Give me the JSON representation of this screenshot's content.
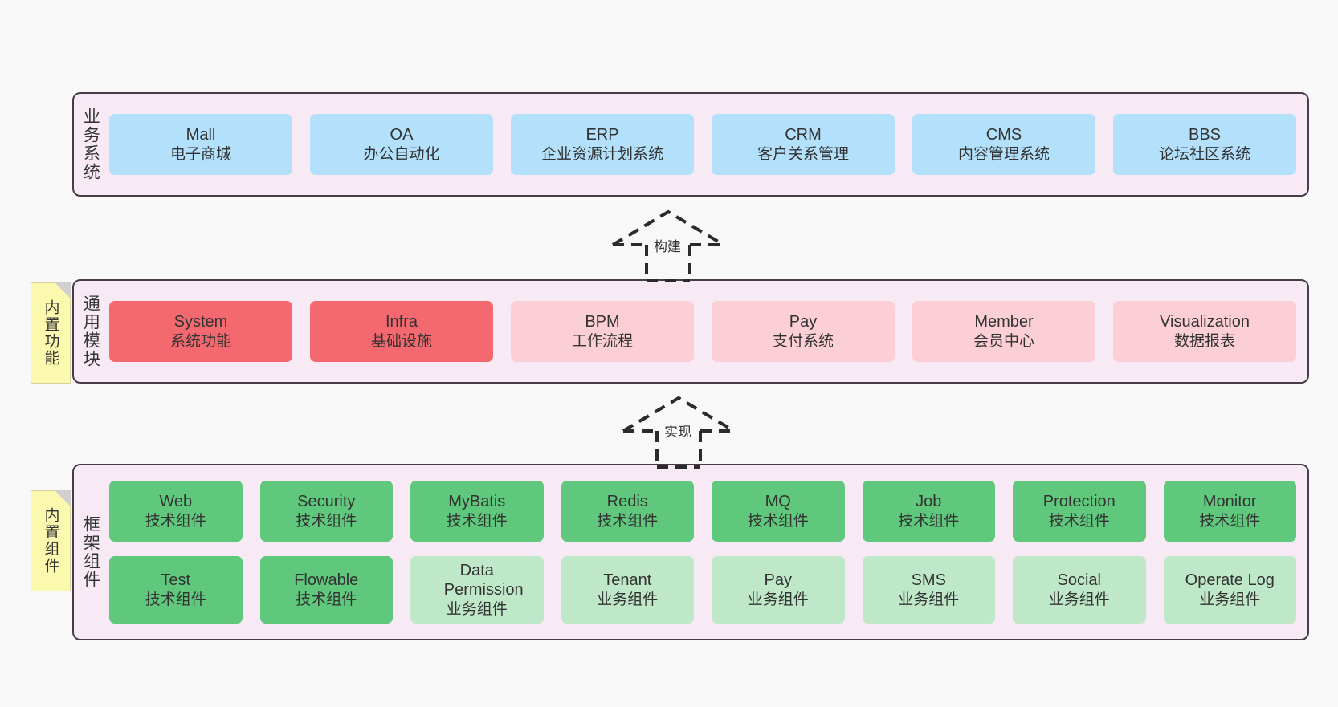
{
  "diagram": {
    "background_color": "#f8f8f8",
    "layer_fill": "#f7eaf4",
    "layer_border": "#4a3b4a",
    "note_fill": "#fbf9ae"
  },
  "layers": [
    {
      "id": "business-system",
      "title": "业务系统",
      "note": null,
      "rows": [
        {
          "cells": [
            {
              "en": "Mall",
              "cn": "电子商城",
              "color": "#b3e0fb",
              "variant": "c-blue"
            },
            {
              "en": "OA",
              "cn": "办公自动化",
              "color": "#b3e0fb",
              "variant": "c-blue"
            },
            {
              "en": "ERP",
              "cn": "企业资源计划系统",
              "color": "#b3e0fb",
              "variant": "c-blue"
            },
            {
              "en": "CRM",
              "cn": "客户关系管理",
              "color": "#b3e0fb",
              "variant": "c-blue"
            },
            {
              "en": "CMS",
              "cn": "内容管理系统",
              "color": "#b3e0fb",
              "variant": "c-blue"
            },
            {
              "en": "BBS",
              "cn": "论坛社区系统",
              "color": "#b3e0fb",
              "variant": "c-blue"
            }
          ]
        }
      ]
    },
    {
      "id": "common-module",
      "title": "通用模块",
      "note": "内置功能",
      "rows": [
        {
          "cells": [
            {
              "en": "System",
              "cn": "系统功能",
              "color": "#f4696f",
              "variant": "c-red"
            },
            {
              "en": "Infra",
              "cn": "基础设施",
              "color": "#f4696f",
              "variant": "c-red"
            },
            {
              "en": "BPM",
              "cn": "工作流程",
              "color": "#fbcfd5",
              "variant": "c-pink"
            },
            {
              "en": "Pay",
              "cn": "支付系统",
              "color": "#fbcfd5",
              "variant": "c-pink"
            },
            {
              "en": "Member",
              "cn": "会员中心",
              "color": "#fbcfd5",
              "variant": "c-pink"
            },
            {
              "en": "Visualization",
              "cn": "数据报表",
              "color": "#fbcfd5",
              "variant": "c-pink"
            }
          ]
        }
      ]
    },
    {
      "id": "framework-component",
      "title": "框架组件",
      "note": "内置组件",
      "rows": [
        {
          "cells": [
            {
              "en": "Web",
              "cn": "技术组件",
              "color": "#5fc87d",
              "variant": "c-green"
            },
            {
              "en": "Security",
              "cn": "技术组件",
              "color": "#5fc87d",
              "variant": "c-green"
            },
            {
              "en": "MyBatis",
              "cn": "技术组件",
              "color": "#5fc87d",
              "variant": "c-green"
            },
            {
              "en": "Redis",
              "cn": "技术组件",
              "color": "#5fc87d",
              "variant": "c-green"
            },
            {
              "en": "MQ",
              "cn": "技术组件",
              "color": "#5fc87d",
              "variant": "c-green"
            },
            {
              "en": "Job",
              "cn": "技术组件",
              "color": "#5fc87d",
              "variant": "c-green"
            },
            {
              "en": "Protection",
              "cn": "技术组件",
              "color": "#5fc87d",
              "variant": "c-green"
            },
            {
              "en": "Monitor",
              "cn": "技术组件",
              "color": "#5fc87d",
              "variant": "c-green"
            }
          ]
        },
        {
          "cells": [
            {
              "en": "Test",
              "cn": "技术组件",
              "color": "#5fc87d",
              "variant": "c-green"
            },
            {
              "en": "Flowable",
              "cn": "技术组件",
              "color": "#5fc87d",
              "variant": "c-green"
            },
            {
              "en": "Data Permission",
              "cn": "业务组件",
              "color": "#bfe8c8",
              "variant": "c-lightgreen"
            },
            {
              "en": "Tenant",
              "cn": "业务组件",
              "color": "#bfe8c8",
              "variant": "c-lightgreen"
            },
            {
              "en": "Pay",
              "cn": "业务组件",
              "color": "#bfe8c8",
              "variant": "c-lightgreen"
            },
            {
              "en": "SMS",
              "cn": "业务组件",
              "color": "#bfe8c8",
              "variant": "c-lightgreen"
            },
            {
              "en": "Social",
              "cn": "业务组件",
              "color": "#bfe8c8",
              "variant": "c-lightgreen"
            },
            {
              "en": "Operate Log",
              "cn": "业务组件",
              "color": "#bfe8c8",
              "variant": "c-lightgreen"
            }
          ]
        }
      ]
    }
  ],
  "connectors": [
    {
      "id": "build",
      "label": "构建",
      "from": "common-module",
      "to": "business-system"
    },
    {
      "id": "implement",
      "label": "实现",
      "from": "framework-component",
      "to": "common-module"
    }
  ]
}
